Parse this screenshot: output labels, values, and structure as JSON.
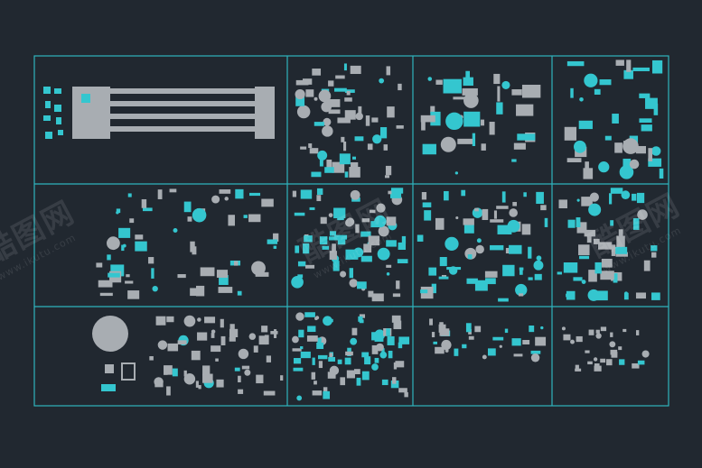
{
  "colors": {
    "background": "#212830",
    "frame": "#2fb3bd",
    "gray_blocks": "#a8adb2",
    "cyan_blocks": "#34c6cf"
  },
  "watermark": {
    "brand": "酷图网",
    "domain": "www.ikutu.com"
  },
  "sheet": {
    "cells": [
      {
        "id": "r1c1",
        "content": "wardrobe-elevations-and-arrows"
      },
      {
        "id": "r1c2",
        "content": "plants-and-small-blocks"
      },
      {
        "id": "r1c3",
        "content": "sofas-and-armchairs"
      },
      {
        "id": "r1c4",
        "content": "living-room-sets"
      },
      {
        "id": "r2c1",
        "content": "dining-and-office-desks"
      },
      {
        "id": "r2c2",
        "content": "mixed-furniture-blocks"
      },
      {
        "id": "r2c3",
        "content": "round-tables-with-chairs"
      },
      {
        "id": "r2c4",
        "content": "beds-and-cabinets"
      },
      {
        "id": "r3c1",
        "content": "round-rug-and-decor"
      },
      {
        "id": "r3c2",
        "content": "kitchen-and-bath-fixtures"
      },
      {
        "id": "r3c3",
        "content": "appliance-blocks"
      },
      {
        "id": "r3c4",
        "content": "text-annotation-rows"
      }
    ]
  }
}
